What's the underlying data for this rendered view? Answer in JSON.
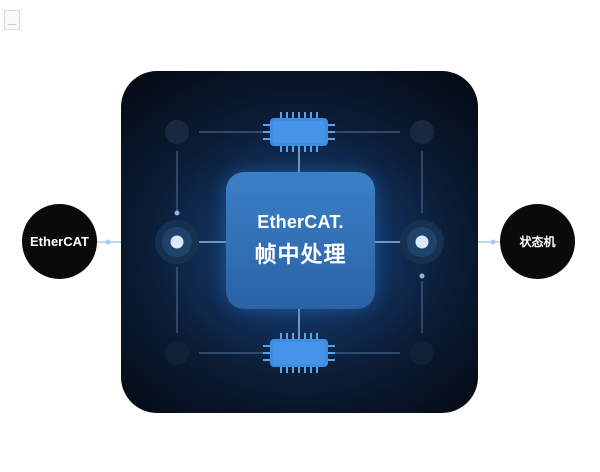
{
  "diagram": {
    "processor": {
      "line1": "EtherCAT.",
      "line2": "帧中处理"
    },
    "left_node": {
      "label": "EtherCAT"
    },
    "right_node": {
      "label": "状态机"
    },
    "icons": {
      "top_chip": "chip-icon",
      "bottom_chip": "chip-icon",
      "left_port": "port-node-icon",
      "right_port": "port-node-icon",
      "page": "document-icon"
    },
    "colors": {
      "board_dark": "#050c18",
      "board_glow": "#1b4f8a",
      "processor": "#3278bd",
      "chip": "#3d8de0",
      "external_node": "#0a0a0a",
      "connector": "#9ec4ea"
    }
  }
}
